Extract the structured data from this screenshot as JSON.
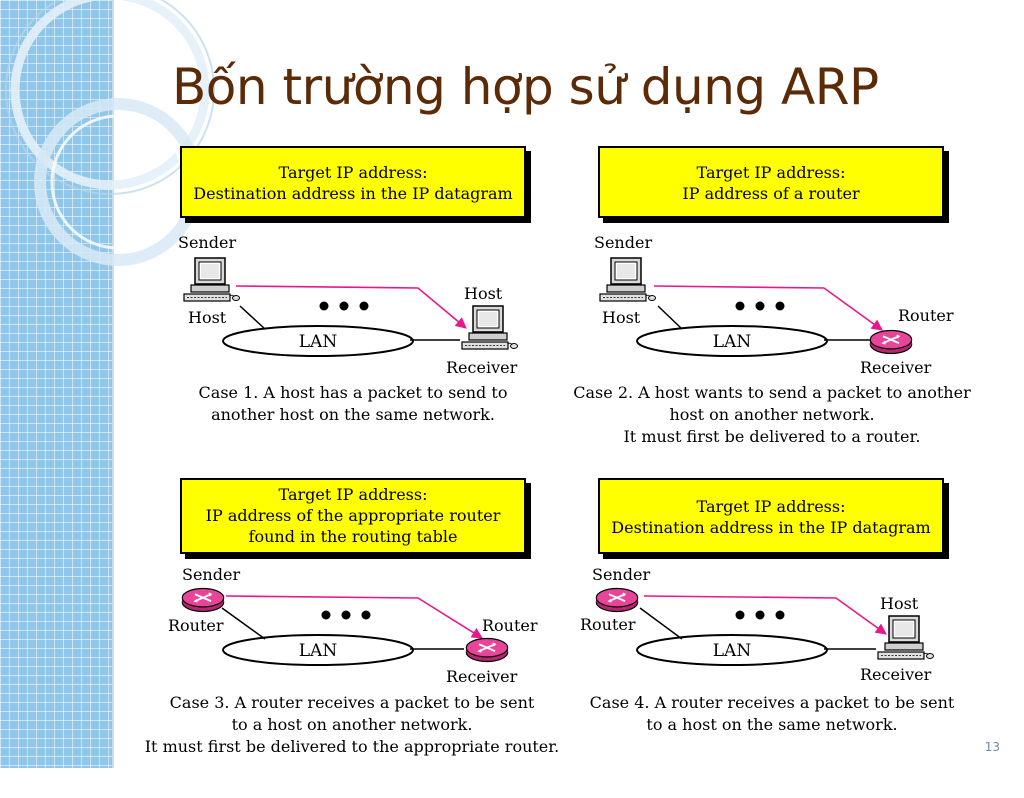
{
  "slide": {
    "title": "Bốn trường hợp sử dụng ARP",
    "page_number": "13"
  },
  "cases": [
    {
      "box_lines": [
        "Target IP address:",
        "Destination address in the IP datagram"
      ],
      "sender_label": "Sender",
      "sender_device_label": "Host",
      "receiver_device_label": "Host",
      "receiver_label": "Receiver",
      "lan_label": "LAN",
      "caption_lines": [
        "Case 1.  A host has a packet to send to",
        "another host on the same network."
      ]
    },
    {
      "box_lines": [
        "Target IP address:",
        "IP address of a router"
      ],
      "sender_label": "Sender",
      "sender_device_label": "Host",
      "receiver_device_label": "Router",
      "receiver_label": "Receiver",
      "lan_label": "LAN",
      "caption_lines": [
        "Case 2. A host wants to send a packet to another",
        "host on another network.",
        "It must first be delivered to a router."
      ]
    },
    {
      "box_lines": [
        "Target IP address:",
        "IP address of the appropriate router",
        "found in the routing table"
      ],
      "sender_label": "Sender",
      "sender_device_label": "Router",
      "receiver_device_label": "Router",
      "receiver_label": "Receiver",
      "lan_label": "LAN",
      "caption_lines": [
        "Case 3. A router receives a packet  to be sent",
        "to a host on another network.",
        "It must first be delivered to the appropriate  router."
      ]
    },
    {
      "box_lines": [
        "Target IP address:",
        "Destination address in the IP datagram"
      ],
      "sender_label": "Sender",
      "sender_device_label": "Router",
      "receiver_device_label": "Host",
      "receiver_label": "Receiver",
      "lan_label": "LAN",
      "caption_lines": [
        "Case 4.  A router receives a packet  to be sent",
        "to a host on the same network."
      ]
    }
  ],
  "colors": {
    "title": "#5b2a06",
    "box_fill": "#ffff00",
    "arrow": "#e8178a",
    "router_fill": "#e8459a",
    "sidebar": "#8fc6ea"
  },
  "icons": {
    "host": "computer-icon",
    "router": "router-icon"
  }
}
